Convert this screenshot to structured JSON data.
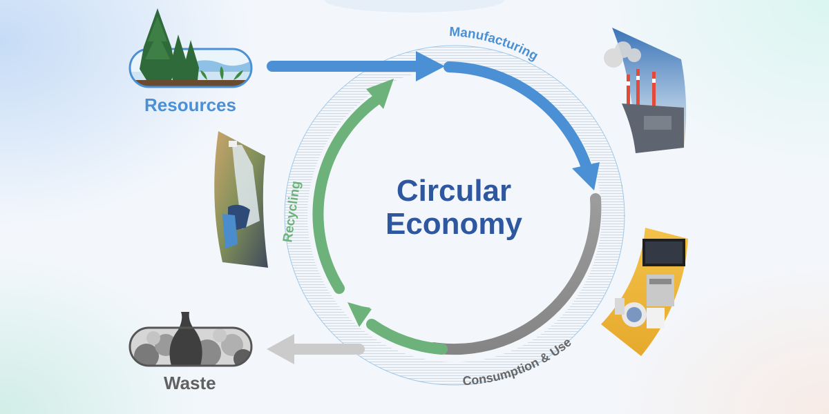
{
  "title": {
    "line1": "Circular",
    "line2": "Economy"
  },
  "nodes": {
    "resources": "Resources",
    "waste": "Waste"
  },
  "stages": {
    "manufacturing": "Manufacturing",
    "consumption": "Consumption & Use",
    "recycling": "Recycling"
  },
  "colors": {
    "title": "#2e579f",
    "resources": "#4b90d4",
    "manufacturing": "#4b90d4",
    "consumption": "#9a9a9a",
    "recycling": "#6db27a",
    "waste": "#c8c8c8"
  }
}
